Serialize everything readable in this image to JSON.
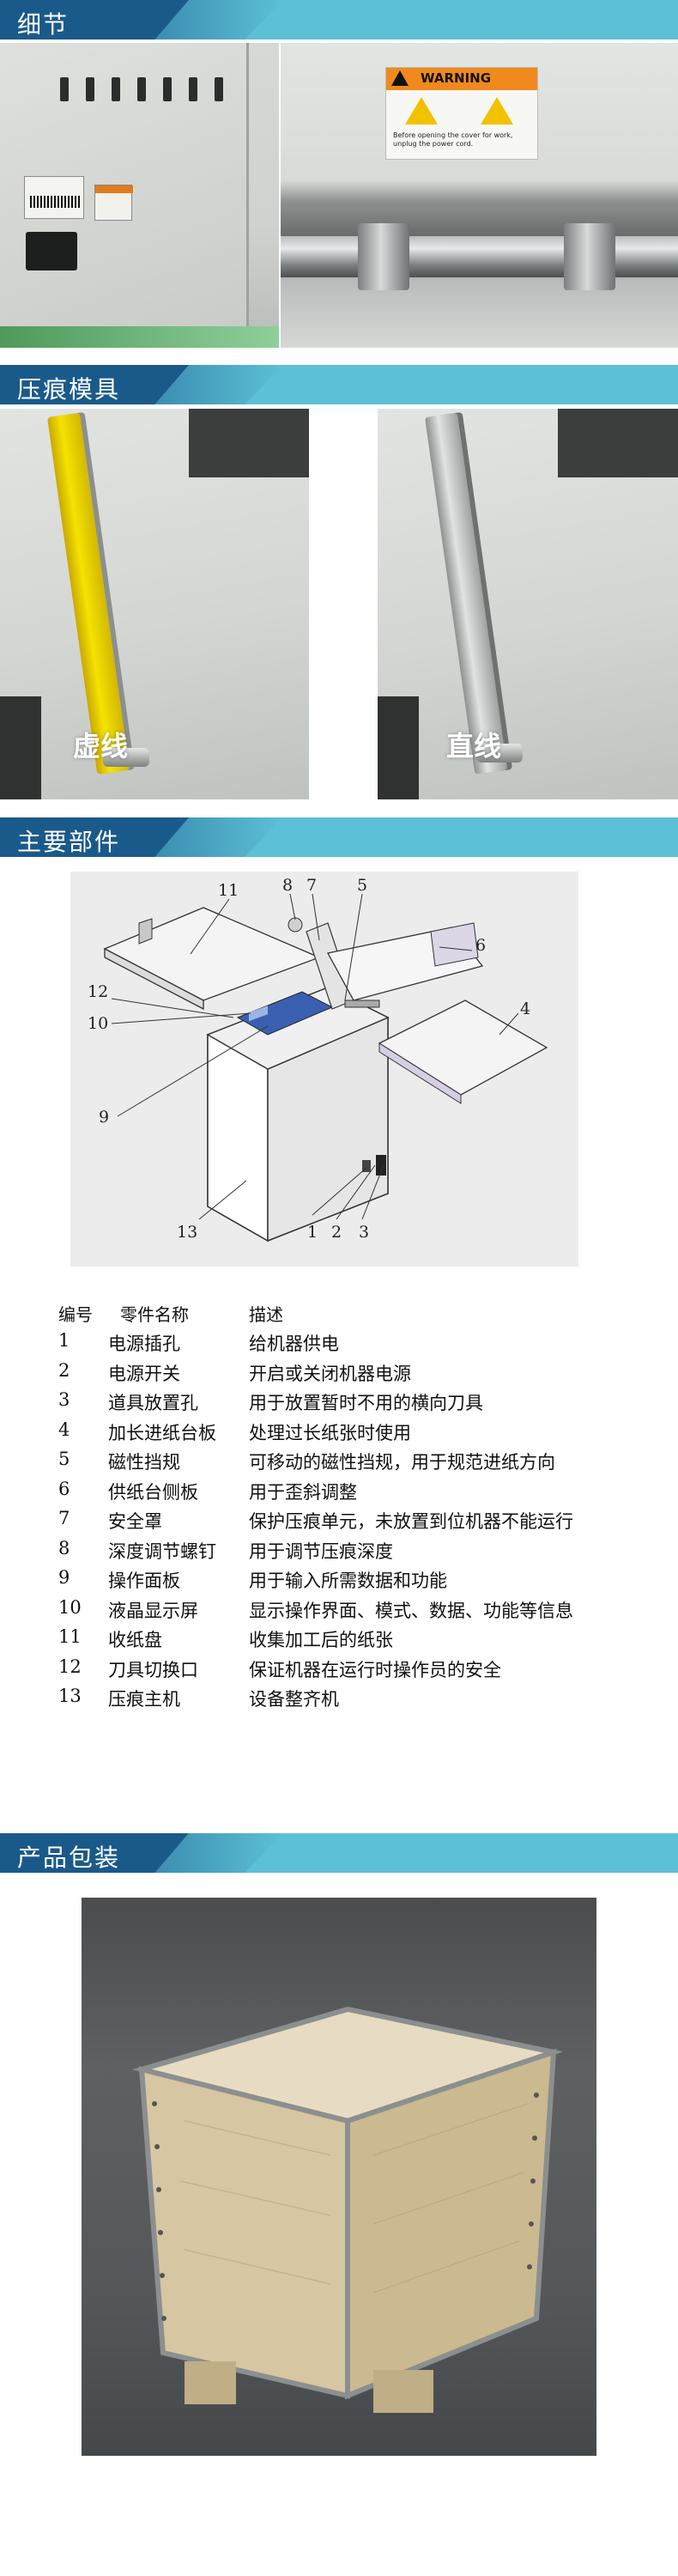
{
  "sections": {
    "details": {
      "title": "细节"
    },
    "crease_module": {
      "title": "压痕模具"
    },
    "main_parts": {
      "title": "主要部件"
    },
    "packaging": {
      "title": "产品包装"
    }
  },
  "warning_sign": {
    "title": "WARNING",
    "text": "Before opening the cover for work, unplug the power cord."
  },
  "crease_captions": {
    "dashed": "虚线",
    "straight": "直线"
  },
  "diagram_callouts": [
    "11",
    "8",
    "7",
    "5",
    "6",
    "4",
    "12",
    "10",
    "9",
    "13",
    "1",
    "2",
    "3"
  ],
  "parts_table": {
    "headers": {
      "no": "编号",
      "name": "零件名称",
      "desc": "描述"
    },
    "rows": [
      {
        "no": "1",
        "name": "电源插孔",
        "desc": "给机器供电"
      },
      {
        "no": "2",
        "name": "电源开关",
        "desc": "开启或关闭机器电源"
      },
      {
        "no": "3",
        "name": "道具放置孔",
        "desc": "用于放置暂时不用的横向刀具"
      },
      {
        "no": "4",
        "name": "加长进纸台板",
        "desc": "处理过长纸张时使用"
      },
      {
        "no": "5",
        "name": "磁性挡规",
        "desc": "可移动的磁性挡规，用于规范进纸方向"
      },
      {
        "no": "6",
        "name": "供纸台侧板",
        "desc": "用于歪斜调整"
      },
      {
        "no": "7",
        "name": "安全罩",
        "desc": "保护压痕单元，未放置到位机器不能运行"
      },
      {
        "no": "8",
        "name": "深度调节螺钉",
        "desc": "用于调节压痕深度"
      },
      {
        "no": "9",
        "name": "操作面板",
        "desc": "用于输入所需数据和功能"
      },
      {
        "no": "10",
        "name": "液晶显示屏",
        "desc": "显示操作界面、模式、数据、功能等信息"
      },
      {
        "no": "11",
        "name": "收纸盘",
        "desc": "收集加工后的纸张"
      },
      {
        "no": "12",
        "name": "刀具切换口",
        "desc": "保证机器在运行时操作员的安全"
      },
      {
        "no": "13",
        "name": "压痕主机",
        "desc": "设备整齐机"
      }
    ]
  },
  "colors": {
    "header_dark": "#1a5a8a",
    "header_light": "#5cc0d6",
    "crease_yellow": "#f5e300",
    "warning_orange": "#f08a1c"
  }
}
